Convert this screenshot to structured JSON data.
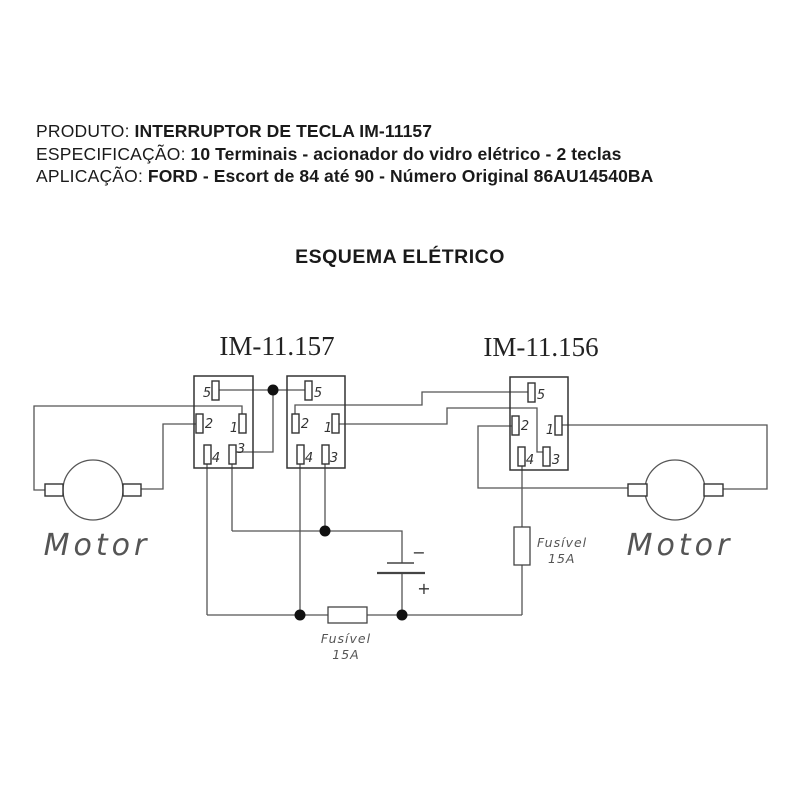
{
  "header": {
    "line1_label": "PRODUTO:",
    "line1_value": "INTERRUPTOR DE TECLA IM-11157",
    "line2_label": "ESPECIFICAÇÃO:",
    "line2_value": "10 Terminais - acionador do vidro elétrico - 2 teclas",
    "line3_label": "APLICAÇÃO:",
    "line3_value": "FORD -  Escort de 84 até 90 -  Número Original 86AU14540BA"
  },
  "diagram": {
    "title": "ESQUEMA ELÉTRICO",
    "switch_labels": [
      "IM-11.157",
      "IM-11.156"
    ],
    "blocks": [
      {
        "terminals": [
          "5",
          "2",
          "1",
          "4",
          "3"
        ]
      },
      {
        "terminals": [
          "5",
          "2",
          "1",
          "4",
          "3"
        ]
      },
      {
        "terminals": [
          "5",
          "2",
          "1",
          "4",
          "3"
        ]
      }
    ],
    "motors": {
      "left": "Motor",
      "right": "Motor"
    },
    "fuses": {
      "bottom": {
        "name": "Fusível",
        "rating": "15A"
      },
      "right": {
        "name": "Fusível",
        "rating": "15A"
      }
    },
    "battery": {
      "negative": "−",
      "positive": "+"
    }
  }
}
